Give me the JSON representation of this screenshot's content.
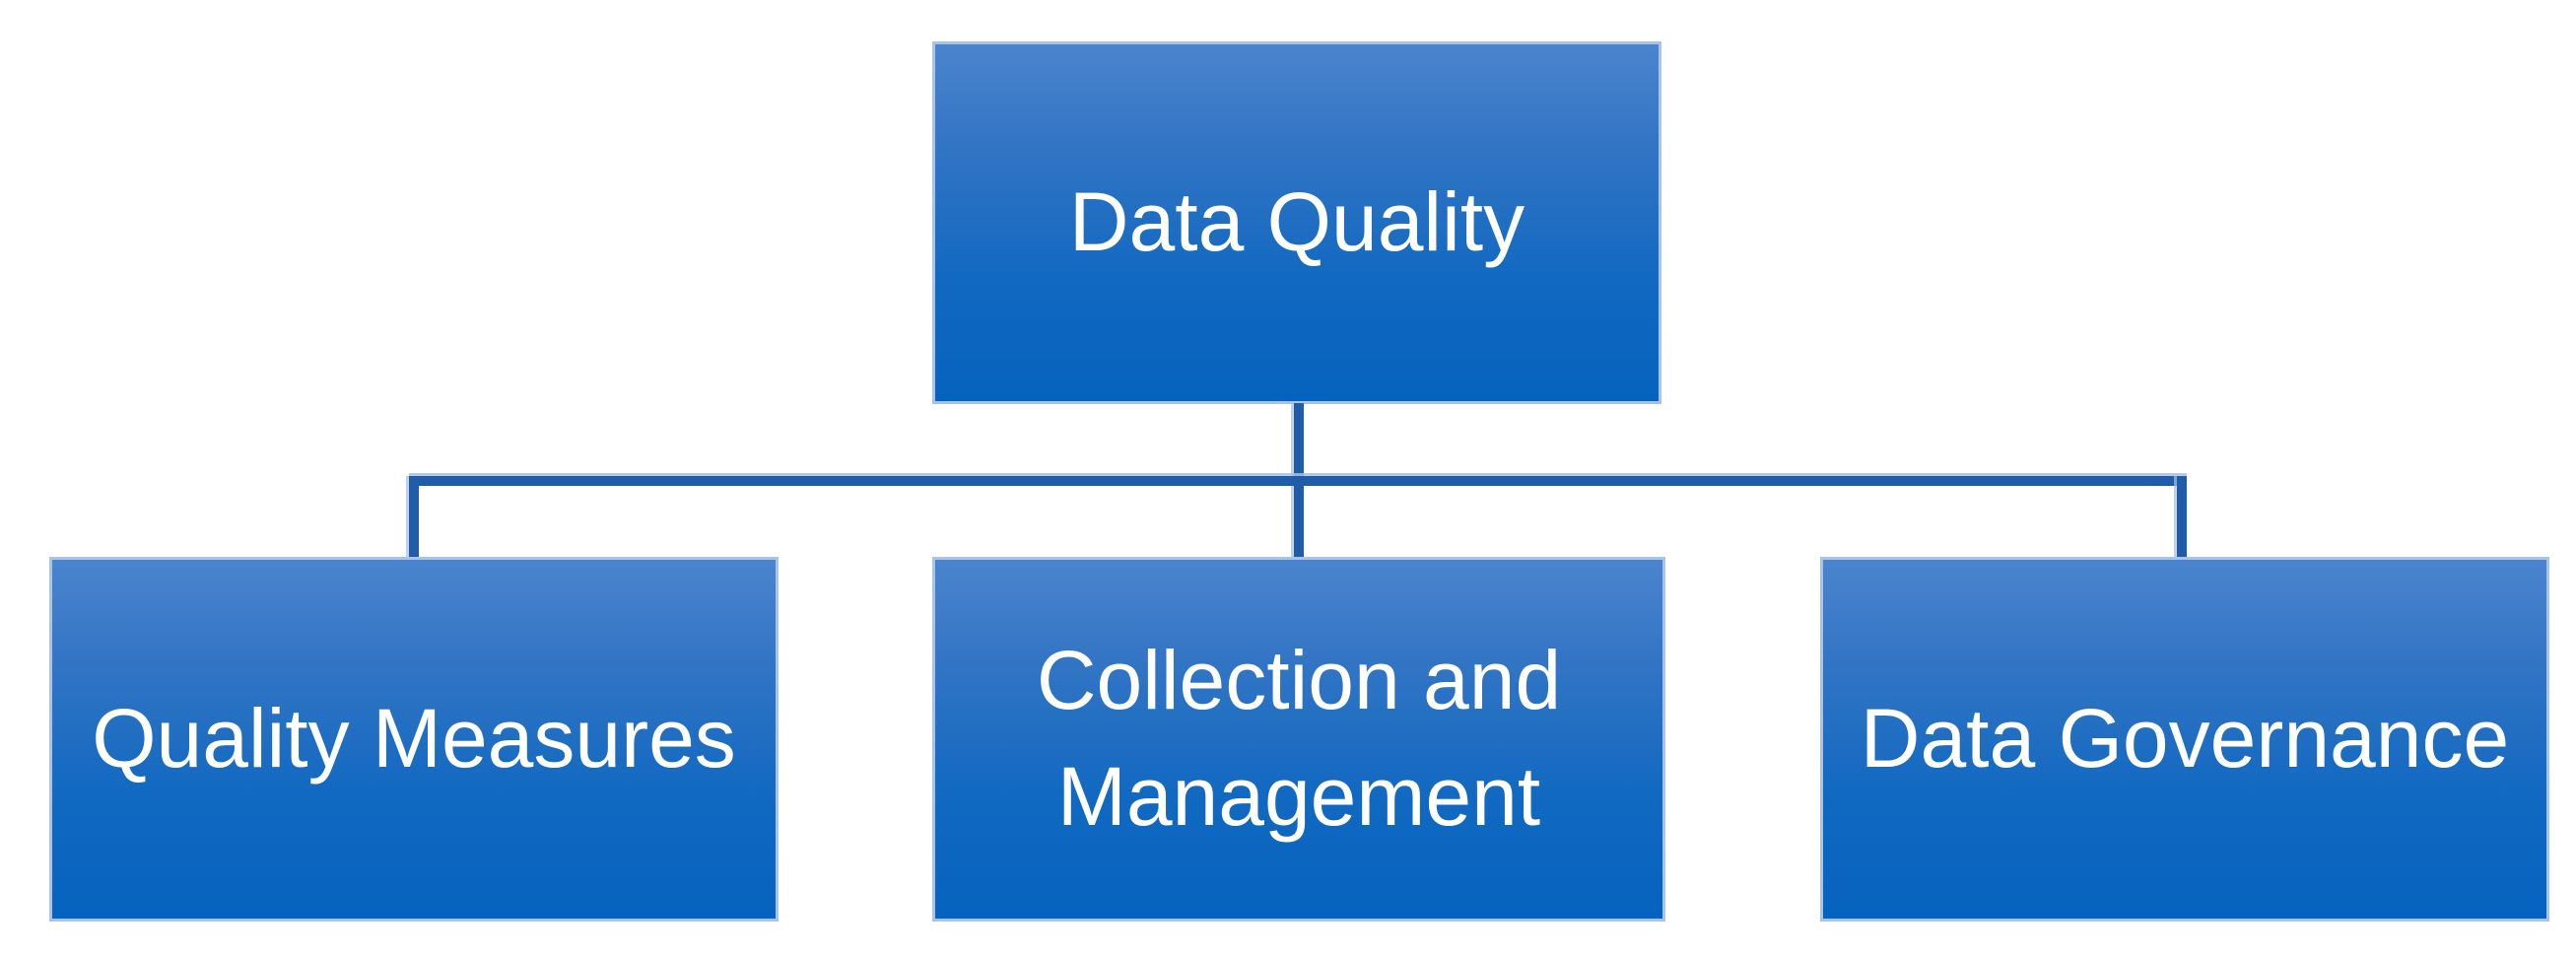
{
  "diagram": {
    "type": "org-chart",
    "title": "Data Quality hierarchy",
    "root": {
      "id": "data-quality",
      "label": "Data Quality"
    },
    "children": [
      {
        "id": "quality-measures",
        "label": "Quality Measures"
      },
      {
        "id": "collection-management",
        "label": "Collection and Management"
      },
      {
        "id": "data-governance",
        "label": "Data Governance"
      }
    ],
    "connectors": [
      {
        "from": "data-quality",
        "to": "quality-measures"
      },
      {
        "from": "data-quality",
        "to": "collection-management"
      },
      {
        "from": "data-quality",
        "to": "data-governance"
      }
    ],
    "colors": {
      "background": "#FFFFFF",
      "box_gradient_top": "#4B84CE",
      "box_gradient_bottom": "#0463BE",
      "box_border": "#A9C3E6",
      "connector": "#1F5CA9",
      "text": "#FFFFFF"
    }
  }
}
